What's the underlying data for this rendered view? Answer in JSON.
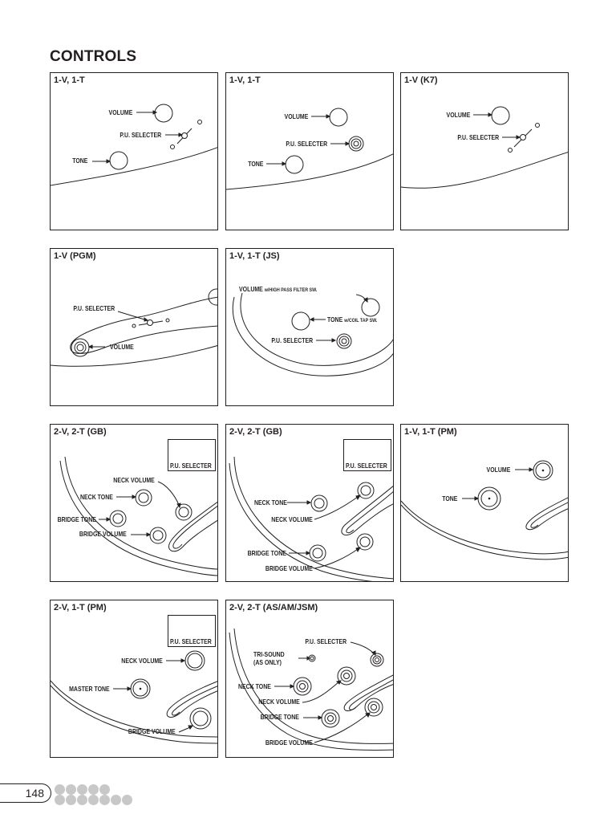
{
  "page": {
    "heading": "CONTROLS",
    "page_number": "148"
  },
  "panels": [
    {
      "title": "1-V, 1-T",
      "labels": {
        "volume": "VOLUME",
        "selector": "P.U. SELECTER",
        "tone": "TONE"
      }
    },
    {
      "title": "1-V, 1-T",
      "labels": {
        "volume": "VOLUME",
        "selector": "P.U. SELECTER",
        "tone": "TONE"
      }
    },
    {
      "title": "1-V (K7)",
      "labels": {
        "volume": "VOLUME",
        "selector": "P.U. SELECTER"
      }
    },
    {
      "title": "1-V (PGM)",
      "labels": {
        "selector": "P.U. SELECTER",
        "volume": "VOLUME"
      }
    },
    {
      "title": "1-V, 1-T (JS)",
      "labels": {
        "volume": "VOLUME",
        "volume_note": "w/HIGH PASS FILTER SW.",
        "tone": "TONE",
        "tone_note": "w/COIL TAP SW.",
        "selector": "P.U. SELECTER"
      }
    },
    {
      "title": "2-V, 2-T (GB)",
      "labels": {
        "selector_box": "P.U. SELECTER",
        "neck_volume": "NECK VOLUME",
        "neck_tone": "NECK TONE",
        "bridge_tone": "BRIDGE TONE",
        "bridge_volume": "BRIDGE VOLUME"
      }
    },
    {
      "title": "2-V, 2-T (GB)",
      "labels": {
        "selector_box": "P.U. SELECTER",
        "neck_tone": "NECK TONE",
        "neck_volume": "NECK VOLUME",
        "bridge_tone": "BRIDGE TONE",
        "bridge_volume": "BRIDGE VOLUME"
      }
    },
    {
      "title": "1-V, 1-T (PM)",
      "labels": {
        "volume": "VOLUME",
        "tone": "TONE"
      }
    },
    {
      "title": "2-V, 1-T (PM)",
      "labels": {
        "selector_box": "P.U. SELECTER",
        "neck_volume": "NECK VOLUME",
        "master_tone": "MASTER TONE",
        "bridge_volume": "BRIDGE VOLUME"
      }
    },
    {
      "title": "2-V, 2-T (AS/AM/JSM)",
      "labels": {
        "selector": "P.U. SELECTER",
        "tri_sound": "TRI-SOUND",
        "tri_sound_note": "(AS ONLY)",
        "neck_tone": "NECK TONE",
        "neck_volume": "NECK VOLUME",
        "bridge_tone": "BRIDGE TONE",
        "bridge_volume": "BRIDGE VOLUME"
      }
    }
  ],
  "colors": {
    "ink": "#231f20",
    "dots": "#c8c8c8"
  }
}
